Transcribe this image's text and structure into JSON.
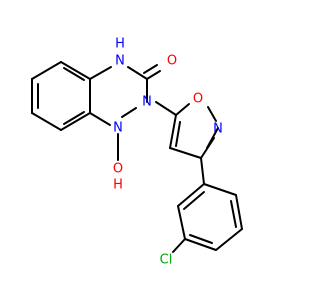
{
  "molecule": {
    "colors": {
      "bond": "#000000",
      "nitrogen": "#0000ff",
      "oxygen": "#ff0000",
      "chlorine": "#00aa00",
      "background": "#ffffff"
    },
    "atom_labels": {
      "nh": "H",
      "nh_n": "N",
      "carbonyl_o": "O",
      "n_ring": "N",
      "n_oh": "N",
      "hydroxyl": "O",
      "hydroxyl_h": "H",
      "isoxazole_o": "O",
      "isoxazole_n": "N",
      "chlorine": "Cl"
    }
  }
}
